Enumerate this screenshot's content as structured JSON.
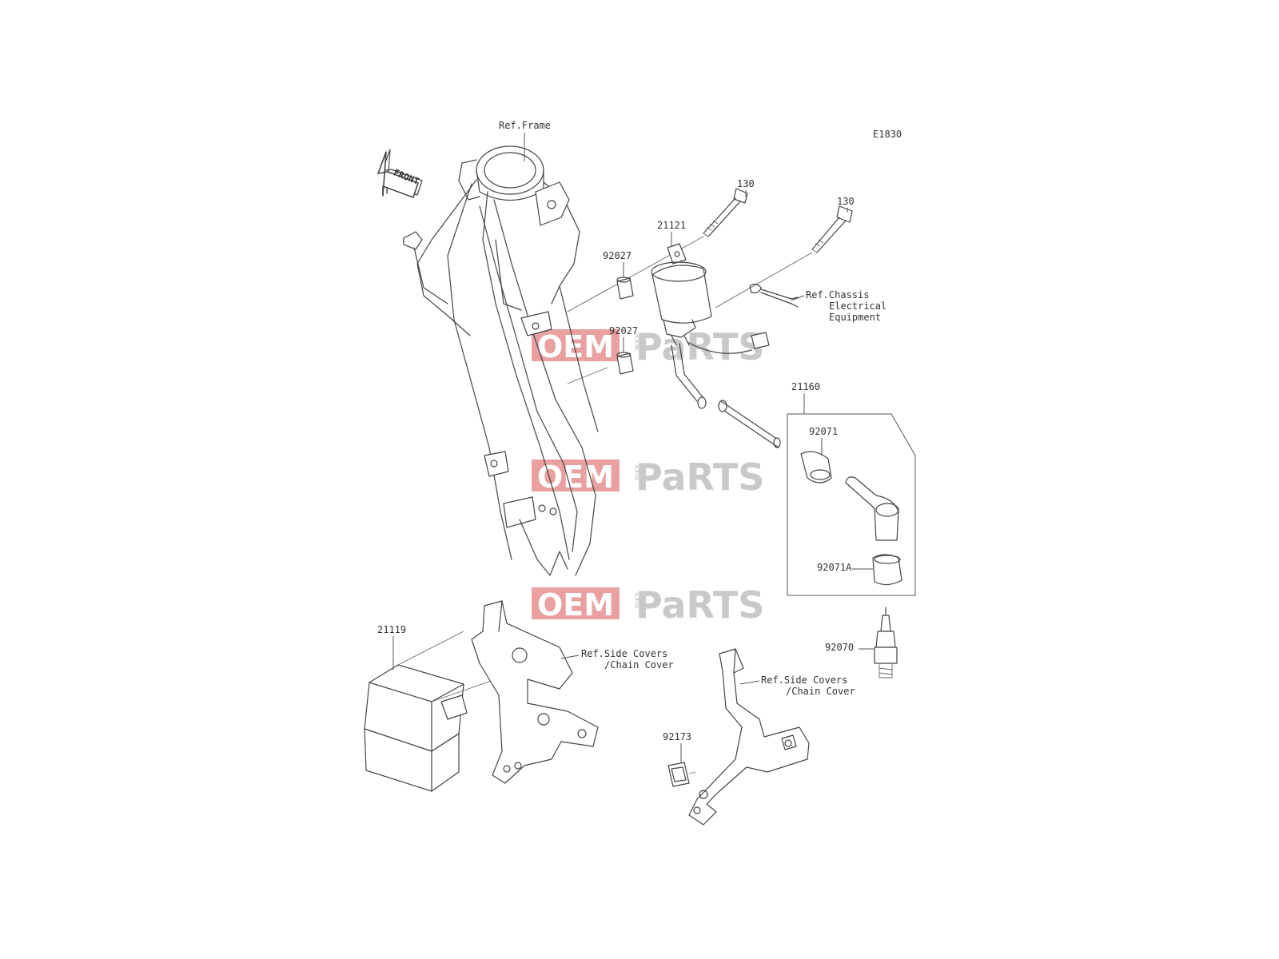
{
  "diagram_code": "E1830",
  "front_arrow": "FRONT",
  "watermark": {
    "oem": "OEM",
    "bike": "BIKE",
    "parts": "PaRTS",
    "red": "#e8a0a0",
    "gray": "#c9c9c9"
  },
  "labels": {
    "ref_frame": "Ref.Frame",
    "bolt_a": "130",
    "bolt_b": "130",
    "coil": "21121",
    "collar_upper": "92027",
    "collar_lower": "92027",
    "ref_chassis_1": "Ref.Chassis",
    "ref_chassis_2": "Electrical",
    "ref_chassis_3": "Equipment",
    "cap_assy": "21160",
    "cap_part_a": "92071",
    "cap_part_b": "92071A",
    "spark_plug": "92070",
    "igniter": "21119",
    "ref_side_covers_a1": "Ref.Side Covers",
    "ref_side_covers_a2": "/Chain Cover",
    "ref_side_covers_b1": "Ref.Side Covers",
    "ref_side_covers_b2": "/Chain Cover",
    "damper": "92173"
  }
}
